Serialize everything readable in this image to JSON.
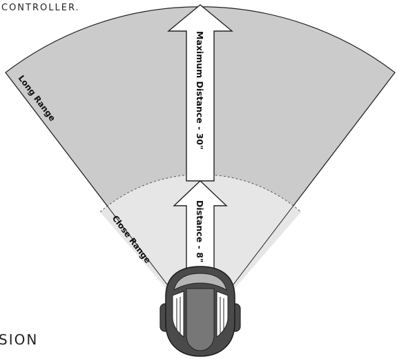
{
  "header_fragment": "CONTROLLER.",
  "footer_fragment": "SION",
  "zones": {
    "long_range_label": "Long Range",
    "close_range_label": "Close Range"
  },
  "arrows": {
    "maximum_distance_label": "Maximum Distance - 30\"",
    "close_distance_label": "Distance - 8\""
  },
  "colors": {
    "long_range_fill": "#cbcbcb",
    "close_range_fill": "#e6e6e6",
    "outline": "#222222",
    "dashed_boundary": "#555555",
    "headset_dark": "#4a4a4a",
    "headset_mid": "#777777",
    "headset_light": "#b5b5b5"
  },
  "icons": {
    "headset": "vr-headset-top-view-icon"
  }
}
